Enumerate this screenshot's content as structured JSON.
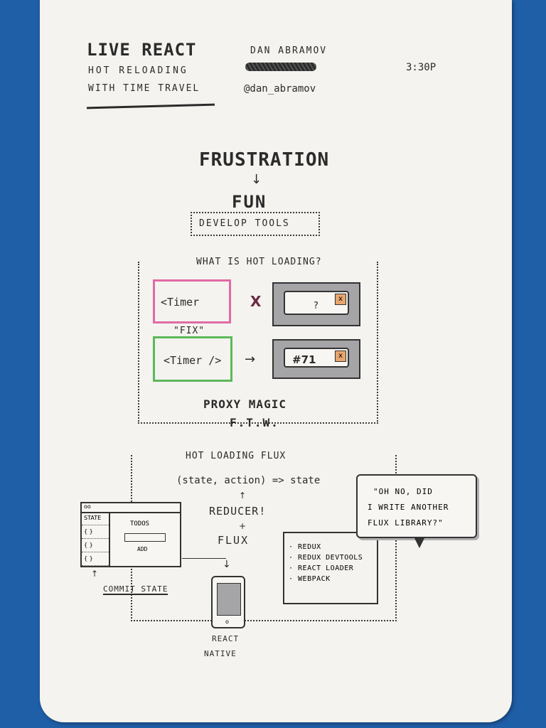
{
  "header": {
    "title_line1": "LIVE REACT",
    "title_line2": "HOT RELOADING",
    "title_line3": "WITH TIME TRAVEL",
    "speaker": "DAN ABRAMOV",
    "handle": "@dan_abramov",
    "time": "3:30P"
  },
  "intro": {
    "frustration": "FRUSTRATION",
    "arrow": "↓",
    "fun": "FUN",
    "develop_tools": "DEVELOP  TOOLS"
  },
  "hot_loading": {
    "title": "WHAT IS HOT LOADING?",
    "timer_broken": "<Timer",
    "fail_mark": "X",
    "question": "?",
    "fix": "\"FIX\"",
    "timer_fixed": "<Timer />",
    "arrow": "→",
    "result": "#71",
    "close": "x",
    "proxy": "PROXY MAGIC",
    "ftw": "F.T.W."
  },
  "flux": {
    "title": "HOT LOADING FLUX",
    "formula": "(state, action) => state",
    "up_arrow": "↑",
    "reducer": "REDUCER!",
    "plus": "+",
    "flux": "FLUX"
  },
  "app_window": {
    "dots": "oo",
    "side_items": [
      "STATE",
      "{ }",
      "{ }",
      "{ }"
    ],
    "todos": "TODOS",
    "add": "ADD",
    "commit_state": "COMMIT STATE"
  },
  "mobile": {
    "home_button": "o",
    "label_line1": "REACT",
    "label_line2": "NATIVE"
  },
  "tools_list": [
    "· REDUX",
    "· REDUX DEVTOOLS",
    "· REACT LOADER",
    "· WEBPACK"
  ],
  "quote": {
    "line1": "\"OH NO, DID",
    "line2": "I WRITE ANOTHER",
    "line3": "FLUX LIBRARY?\""
  },
  "colors": {
    "background": "#1f5fa8",
    "paper": "#f4f3ef",
    "pink": "#e06aa6",
    "green": "#5db85a",
    "gray": "#a5a5a8",
    "orange": "#e8a56e"
  }
}
